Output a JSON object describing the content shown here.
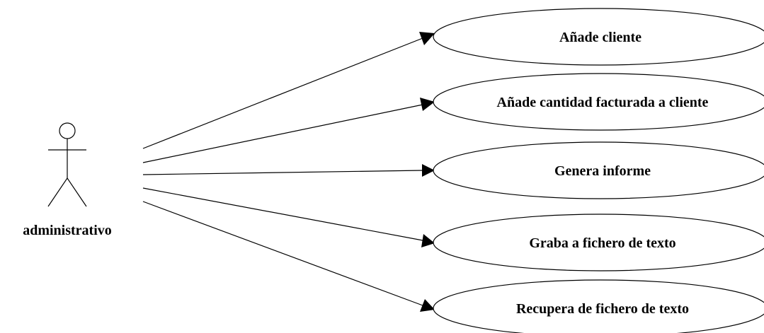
{
  "actor": {
    "label": "administrativo",
    "icon": "stick-figure-icon"
  },
  "use_cases": [
    {
      "label": "Añade cliente"
    },
    {
      "label": "Añade cantidad facturada a cliente"
    },
    {
      "label": "Genera informe"
    },
    {
      "label": "Graba a fichero de texto"
    },
    {
      "label": "Recupera de fichero de texto"
    }
  ],
  "colors": {
    "stroke": "#000000",
    "background": "#ffffff"
  }
}
